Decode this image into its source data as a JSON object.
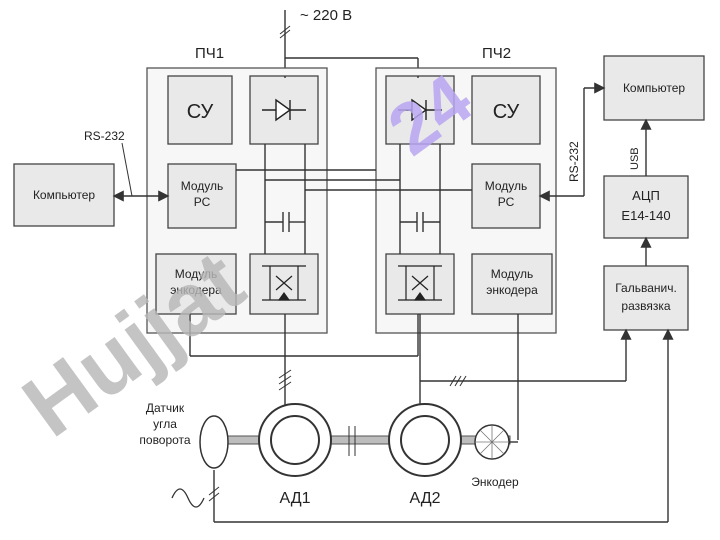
{
  "supply": {
    "label": "~ 220 В"
  },
  "converters": [
    {
      "title": "ПЧ1",
      "cu": "СУ",
      "pc_module": [
        "Модуль",
        "РС"
      ],
      "encoder_module": [
        "Модуль",
        "энкодера"
      ]
    },
    {
      "title": "ПЧ2",
      "cu": "СУ",
      "pc_module": [
        "Модуль",
        "РС"
      ],
      "encoder_module": [
        "Модуль",
        "энкодера"
      ]
    }
  ],
  "computer_left": {
    "label": "Компьютер",
    "link": "RS-232"
  },
  "computer_right": {
    "label": "Компьютер",
    "link_rs": "RS-232",
    "link_usb": "USB"
  },
  "adc": {
    "lines": [
      "АЦП",
      "E14-140"
    ]
  },
  "isolation": {
    "lines": [
      "Гальванич.",
      "развязка"
    ]
  },
  "sensor": {
    "lines": [
      "Датчик",
      "угла",
      "поворота"
    ]
  },
  "motors": [
    {
      "label": "АД1"
    },
    {
      "label": "АД2"
    }
  ],
  "encoder": {
    "label": "Энкодер"
  },
  "watermark": {
    "text": "Hujjat",
    "tail": "24"
  },
  "icons": [
    "diode-bridge-icon",
    "capacitor-icon",
    "igbt-inverter-icon",
    "motor-icon",
    "encoder-disk-icon",
    "sine-icon",
    "arrow-icon"
  ]
}
